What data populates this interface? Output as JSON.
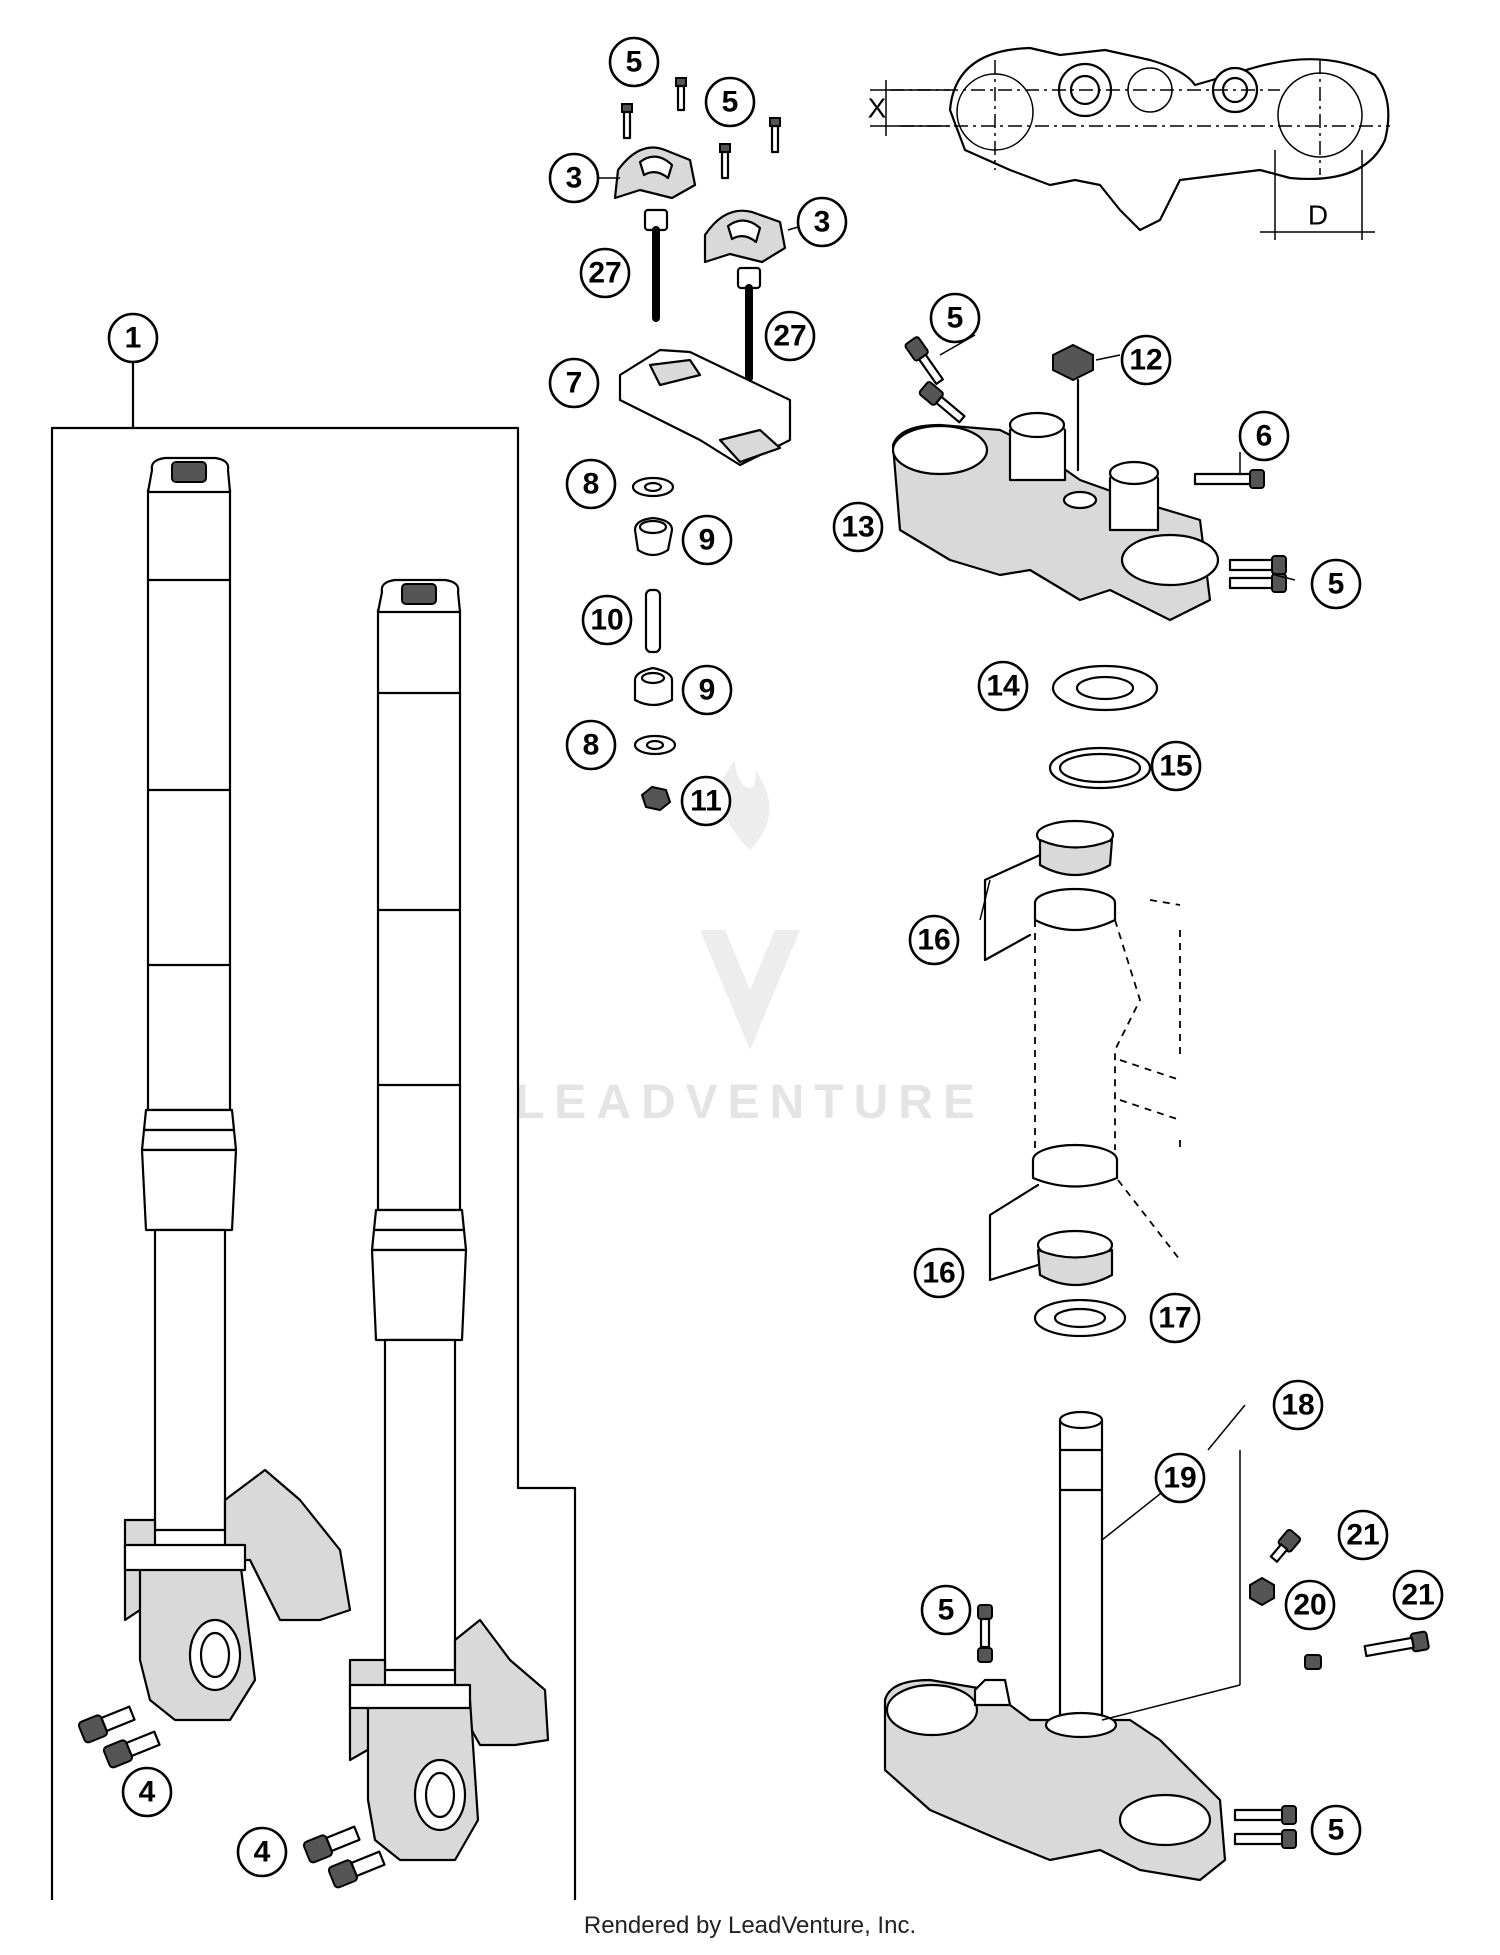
{
  "footer": {
    "text": "Rendered by LeadVenture, Inc."
  },
  "watermark": {
    "text": "LEADVENTURE"
  },
  "dimensions": {
    "x_label": "X",
    "d_label": "D"
  },
  "callouts": [
    {
      "id": "c1",
      "label": "1"
    },
    {
      "id": "c5a",
      "label": "5"
    },
    {
      "id": "c5b",
      "label": "5"
    },
    {
      "id": "c3a",
      "label": "3"
    },
    {
      "id": "c3b",
      "label": "3"
    },
    {
      "id": "c27a",
      "label": "27"
    },
    {
      "id": "c27b",
      "label": "27"
    },
    {
      "id": "c7",
      "label": "7"
    },
    {
      "id": "c8a",
      "label": "8"
    },
    {
      "id": "c9a",
      "label": "9"
    },
    {
      "id": "c10",
      "label": "10"
    },
    {
      "id": "c9b",
      "label": "9"
    },
    {
      "id": "c8b",
      "label": "8"
    },
    {
      "id": "c11",
      "label": "11"
    },
    {
      "id": "c5c",
      "label": "5"
    },
    {
      "id": "c12",
      "label": "12"
    },
    {
      "id": "c6",
      "label": "6"
    },
    {
      "id": "c13",
      "label": "13"
    },
    {
      "id": "c5d",
      "label": "5"
    },
    {
      "id": "c14",
      "label": "14"
    },
    {
      "id": "c15",
      "label": "15"
    },
    {
      "id": "c16a",
      "label": "16"
    },
    {
      "id": "c16b",
      "label": "16"
    },
    {
      "id": "c17",
      "label": "17"
    },
    {
      "id": "c18",
      "label": "18"
    },
    {
      "id": "c19",
      "label": "19"
    },
    {
      "id": "c21a",
      "label": "21"
    },
    {
      "id": "c20",
      "label": "20"
    },
    {
      "id": "c21b",
      "label": "21"
    },
    {
      "id": "c5e",
      "label": "5"
    },
    {
      "id": "c5f",
      "label": "5"
    },
    {
      "id": "c4a",
      "label": "4"
    },
    {
      "id": "c4b",
      "label": "4"
    }
  ]
}
